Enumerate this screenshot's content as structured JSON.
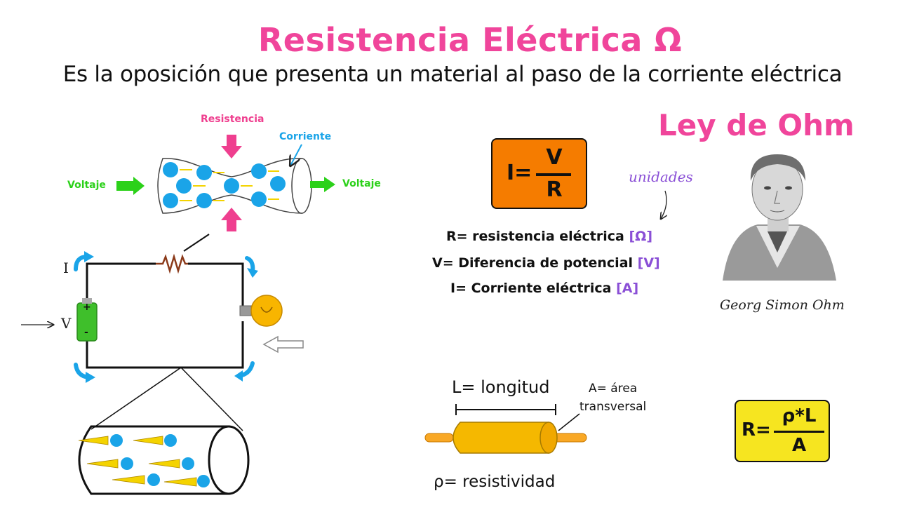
{
  "header": {
    "title": "Resistencia Eléctrica Ω",
    "subtitle": "Es la oposición que presenta un material al paso de la corriente eléctrica",
    "law_title": "Ley de Ohm"
  },
  "tube_diagram": {
    "resistance_label": "Resistencia",
    "current_label": "Corriente",
    "voltage_left_label": "Voltaje",
    "voltage_right_label": "Voltaje",
    "electron_sign": "-"
  },
  "circuit": {
    "current_symbol": "I",
    "voltage_symbol": "V",
    "battery_plus": "+",
    "battery_minus": "-"
  },
  "formula_ohm": {
    "lhs": "I=",
    "numerator": "V",
    "denominator": "R"
  },
  "units_note": "unidades",
  "definitions": [
    {
      "text": "R= resistencia eléctrica ",
      "unit": "[Ω]"
    },
    {
      "text": "V= Diferencia de potencial ",
      "unit": "[V]"
    },
    {
      "text": "I= Corriente eléctrica ",
      "unit": "[A]"
    }
  ],
  "portrait": {
    "caption": "Georg Simon Ohm"
  },
  "resistor": {
    "length_label": "L= longitud",
    "area_label_line1": "A= área",
    "area_label_line2": "transversal",
    "resistivity_label": "ρ= resistividad"
  },
  "formula_resistance": {
    "lhs": "R=",
    "numerator": "ρ*L",
    "denominator": "A"
  },
  "colors": {
    "title_pink": "#f0459b",
    "electron_blue": "#1aa4e8",
    "voltage_green": "#2cd11a",
    "formula_orange": "#f57c00",
    "formula_yellow": "#f6e520",
    "unit_purple": "#8a4fd6"
  }
}
